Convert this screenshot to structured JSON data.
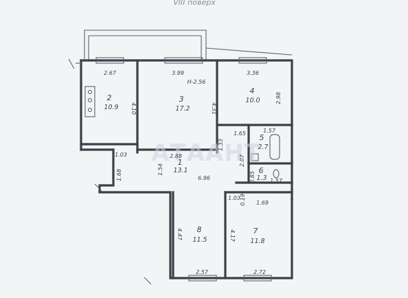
{
  "floor_title": "VIII поверх",
  "watermark": "АТААНТ",
  "rooms": [
    {
      "id": "1",
      "area": "13.1"
    },
    {
      "id": "2",
      "area": "10.9"
    },
    {
      "id": "3",
      "area": "17.2"
    },
    {
      "id": "4",
      "area": "10.0"
    },
    {
      "id": "5",
      "area": "2.7"
    },
    {
      "id": "6",
      "area": "1.3"
    },
    {
      "id": "7",
      "area": "11.8"
    },
    {
      "id": "8",
      "area": "11.5"
    }
  ],
  "dimensions": {
    "d_267": "2.67",
    "d_399": "3.99",
    "d_h256": "H-2.56",
    "d_336": "3.36",
    "d_410": "4.10",
    "d_431": "4.31",
    "d_298": "2.98",
    "d_165": "1.65",
    "d_157": "1.57",
    "d_103a": "1.03",
    "d_288": "2.88",
    "d_154": "1.54",
    "d_168": "1.68",
    "d_696": "6.96",
    "d_133": "1.33",
    "d_207": "2.07",
    "d_085": "0.85",
    "d_157b": "1.57",
    "d_103b": "1.03",
    "d_169": "1.69",
    "d_019": "0.19",
    "d_447": "4.47",
    "d_417": "4.17",
    "d_257": "2.57",
    "d_272": "2.72"
  },
  "colors": {
    "background": "#f3f4f6",
    "walls": "#3b3f47",
    "ink": "#3d4047"
  },
  "icons": [
    "stove-icon",
    "bathtub-icon",
    "sink-icon",
    "toilet-icon"
  ]
}
